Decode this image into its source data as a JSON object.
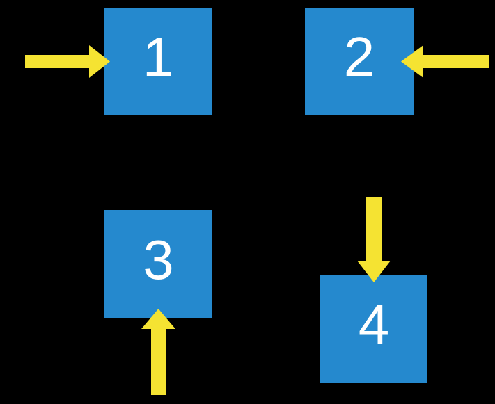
{
  "diagram": {
    "background_color": "#000000",
    "boxes": [
      {
        "label": "1",
        "position": "top-left",
        "arrow": {
          "points": "right",
          "enters_from": "left"
        }
      },
      {
        "label": "2",
        "position": "top-right",
        "arrow": {
          "points": "left",
          "enters_from": "right"
        }
      },
      {
        "label": "3",
        "position": "bottom-left",
        "arrow": {
          "points": "up",
          "enters_from": "bottom"
        }
      },
      {
        "label": "4",
        "position": "bottom-right",
        "arrow": {
          "points": "down",
          "enters_from": "top"
        }
      }
    ]
  },
  "colors": {
    "box_fill": "#2589CE",
    "box_label": "#FFFFFF",
    "arrow_fill": "#F5E332"
  }
}
